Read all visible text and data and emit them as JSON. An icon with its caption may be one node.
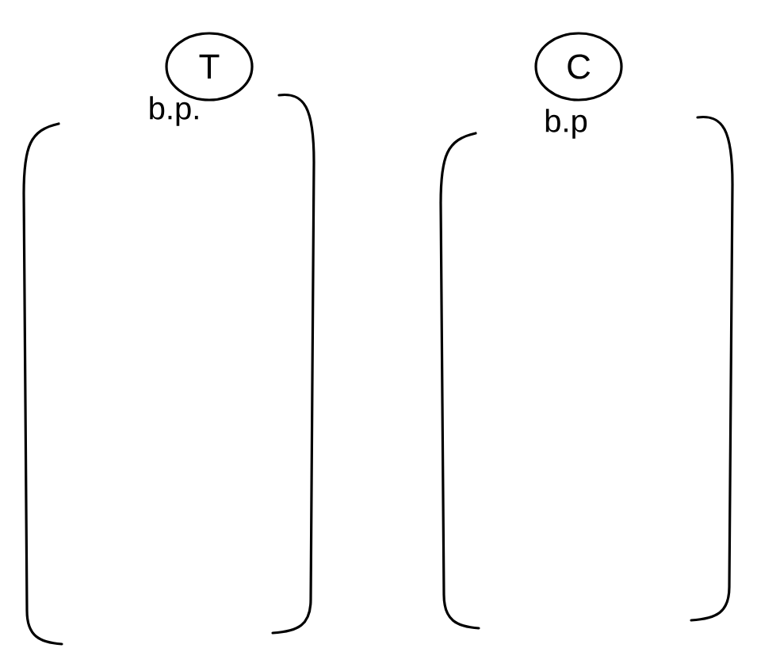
{
  "diagram": {
    "nodes": [
      {
        "text": [
          "T"
        ]
      },
      {
        "text": [
          "C"
        ]
      },
      {
        "text": [
          "b.p."
        ]
      },
      {
        "text": [
          "b.p"
        ]
      }
    ]
  }
}
